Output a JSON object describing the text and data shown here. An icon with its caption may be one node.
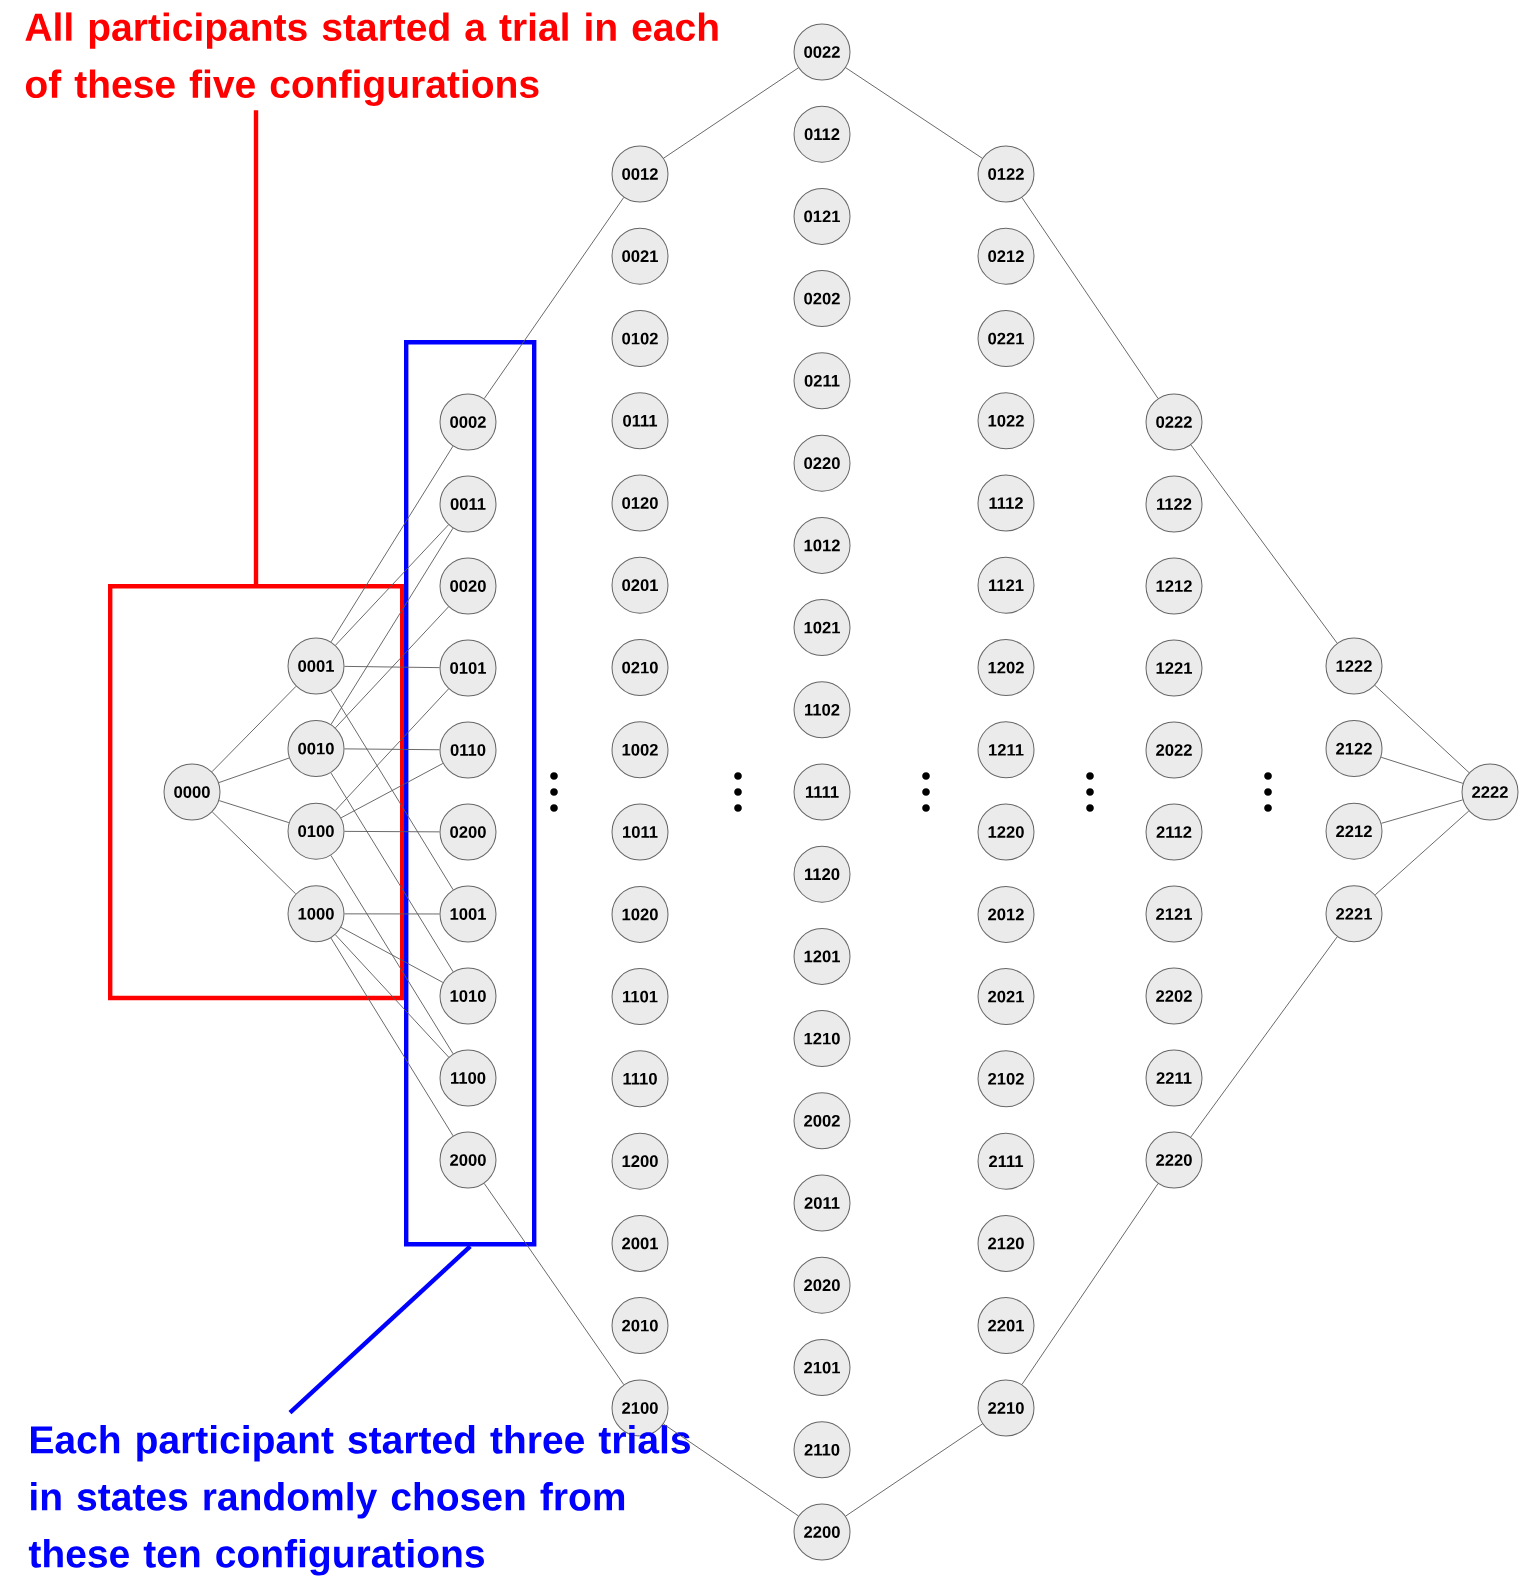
{
  "diagram": {
    "nodes": [
      {
        "text": [
          "All participants started a trial in each of these five configurations"
        ]
      },
      {
        "text": [],
        "shape": "box"
      },
      {
        "text": [],
        "shape": "box"
      },
      {
        "text": [
          "0000"
        ],
        "in": 1
      },
      {
        "text": [
          "0001"
        ],
        "in": 1
      },
      {
        "text": [
          "0010"
        ],
        "in": 1
      },
      {
        "text": [
          "0100"
        ],
        "in": 1
      },
      {
        "text": [
          "1000"
        ],
        "in": 1
      },
      {
        "text": [
          "0002"
        ],
        "in": 2
      },
      {
        "text": [
          "0011"
        ],
        "in": 2
      },
      {
        "text": [
          "0020"
        ],
        "in": 2
      },
      {
        "text": [
          "0101"
        ],
        "in": 2
      },
      {
        "text": [
          "0110"
        ],
        "in": 2
      },
      {
        "text": [
          "0200"
        ],
        "in": 2
      },
      {
        "text": [
          "1001"
        ],
        "in": 2
      },
      {
        "text": [
          "1010"
        ],
        "in": 2
      },
      {
        "text": [
          "1100"
        ],
        "in": 2
      },
      {
        "text": [
          "2000"
        ],
        "in": 2
      },
      {
        "text": [
          "0012"
        ]
      },
      {
        "text": [
          "0021"
        ]
      },
      {
        "text": [
          "0102"
        ]
      },
      {
        "text": [
          "0111"
        ]
      },
      {
        "text": [
          "0120"
        ]
      },
      {
        "text": [
          "0201"
        ]
      },
      {
        "text": [
          "0210"
        ]
      },
      {
        "text": [
          "1002"
        ]
      },
      {
        "text": [
          "1011"
        ]
      },
      {
        "text": [
          "1020"
        ]
      },
      {
        "text": [
          "1101"
        ]
      },
      {
        "text": [
          "1110"
        ]
      },
      {
        "text": [
          "1200"
        ]
      },
      {
        "text": [
          "2001"
        ]
      },
      {
        "text": [
          "2010"
        ]
      },
      {
        "text": [
          "2100"
        ]
      },
      {
        "text": [
          "0022"
        ]
      },
      {
        "text": [
          "0112"
        ]
      },
      {
        "text": [
          "0121"
        ]
      },
      {
        "text": [
          "0202"
        ]
      },
      {
        "text": [
          "0211"
        ]
      },
      {
        "text": [
          "0220"
        ]
      },
      {
        "text": [
          "1012"
        ]
      },
      {
        "text": [
          "1021"
        ]
      },
      {
        "text": [
          "1102"
        ]
      },
      {
        "text": [
          "1111"
        ]
      },
      {
        "text": [
          "1120"
        ]
      },
      {
        "text": [
          "1201"
        ]
      },
      {
        "text": [
          "1210"
        ]
      },
      {
        "text": [
          "2002"
        ]
      },
      {
        "text": [
          "2011"
        ]
      },
      {
        "text": [
          "2020"
        ]
      },
      {
        "text": [
          "2101"
        ]
      },
      {
        "text": [
          "2110"
        ]
      },
      {
        "text": [
          "2200"
        ]
      },
      {
        "text": [
          "0122"
        ]
      },
      {
        "text": [
          "0212"
        ]
      },
      {
        "text": [
          "0221"
        ]
      },
      {
        "text": [
          "1022"
        ]
      },
      {
        "text": [
          "1112"
        ]
      },
      {
        "text": [
          "1121"
        ]
      },
      {
        "text": [
          "1202"
        ]
      },
      {
        "text": [
          "1211"
        ]
      },
      {
        "text": [
          "1220"
        ]
      },
      {
        "text": [
          "2012"
        ]
      },
      {
        "text": [
          "2021"
        ]
      },
      {
        "text": [
          "2102"
        ]
      },
      {
        "text": [
          "2111"
        ]
      },
      {
        "text": [
          "2120"
        ]
      },
      {
        "text": [
          "2201"
        ]
      },
      {
        "text": [
          "2210"
        ]
      },
      {
        "text": [
          "0222"
        ]
      },
      {
        "text": [
          "1122"
        ]
      },
      {
        "text": [
          "1212"
        ]
      },
      {
        "text": [
          "1221"
        ]
      },
      {
        "text": [
          "2022"
        ]
      },
      {
        "text": [
          "2112"
        ]
      },
      {
        "text": [
          "2121"
        ]
      },
      {
        "text": [
          "2202"
        ]
      },
      {
        "text": [
          "2211"
        ]
      },
      {
        "text": [
          "2220"
        ]
      },
      {
        "text": [
          "1222"
        ]
      },
      {
        "text": [
          "2122"
        ]
      },
      {
        "text": [
          "2212"
        ]
      },
      {
        "text": [
          "2221"
        ]
      },
      {
        "text": [
          "2222"
        ]
      },
      {
        "text": [
          "Each participant started three trials in states randomly chosen from these ten configurations"
        ]
      }
    ],
    "edges": [
      {
        "from": 3,
        "to": 4,
        "arrow": "none"
      },
      {
        "from": 3,
        "to": 5,
        "arrow": "none"
      },
      {
        "from": 3,
        "to": 6,
        "arrow": "none"
      },
      {
        "from": 3,
        "to": 7,
        "arrow": "none"
      },
      {
        "from": 4,
        "to": 8,
        "arrow": "none"
      },
      {
        "from": 4,
        "to": 9,
        "arrow": "none"
      },
      {
        "from": 4,
        "to": 11,
        "arrow": "none"
      },
      {
        "from": 4,
        "to": 14,
        "arrow": "none"
      },
      {
        "from": 5,
        "to": 9,
        "arrow": "none"
      },
      {
        "from": 5,
        "to": 10,
        "arrow": "none"
      },
      {
        "from": 5,
        "to": 12,
        "arrow": "none"
      },
      {
        "from": 5,
        "to": 15,
        "arrow": "none"
      },
      {
        "from": 6,
        "to": 11,
        "arrow": "none"
      },
      {
        "from": 6,
        "to": 12,
        "arrow": "none"
      },
      {
        "from": 6,
        "to": 13,
        "arrow": "none"
      },
      {
        "from": 6,
        "to": 16,
        "arrow": "none"
      },
      {
        "from": 7,
        "to": 14,
        "arrow": "none"
      },
      {
        "from": 7,
        "to": 15,
        "arrow": "none"
      },
      {
        "from": 7,
        "to": 16,
        "arrow": "none"
      },
      {
        "from": 7,
        "to": 17,
        "arrow": "none"
      },
      {
        "from": 8,
        "to": 18,
        "arrow": "none"
      },
      {
        "from": 18,
        "to": 34,
        "arrow": "none"
      },
      {
        "from": 34,
        "to": 53,
        "arrow": "none"
      },
      {
        "from": 53,
        "to": 69,
        "arrow": "none"
      },
      {
        "from": 69,
        "to": 79,
        "arrow": "none"
      },
      {
        "from": 79,
        "to": 83,
        "arrow": "none"
      },
      {
        "from": 80,
        "to": 83,
        "arrow": "none"
      },
      {
        "from": 81,
        "to": 83,
        "arrow": "none"
      },
      {
        "from": 82,
        "to": 83,
        "arrow": "none"
      },
      {
        "from": 17,
        "to": 33,
        "arrow": "none"
      },
      {
        "from": 33,
        "to": 52,
        "arrow": "none"
      },
      {
        "from": 52,
        "to": 68,
        "arrow": "none"
      },
      {
        "from": 68,
        "to": 78,
        "arrow": "none"
      },
      {
        "from": 78,
        "to": 82,
        "arrow": "none"
      },
      {
        "from": 0,
        "to": 1,
        "arrow": "none",
        "style": "thick",
        "color": "#ff0000"
      },
      {
        "from": 84,
        "to": 2,
        "arrow": "none",
        "style": "thick",
        "color": "#0000ff"
      }
    ]
  }
}
